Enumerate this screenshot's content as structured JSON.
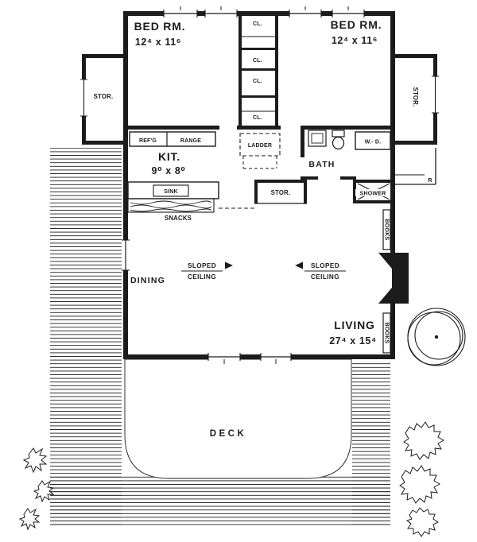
{
  "plan": {
    "bed_left": {
      "name": "BED RM.",
      "dims": "12⁴ x 11⁶"
    },
    "bed_right": {
      "name": "BED RM.",
      "dims": "12⁴ x 11⁶"
    },
    "kitchen": {
      "name": "KIT.",
      "dims": "9⁰ x 8⁰"
    },
    "living": {
      "name": "LIVING",
      "dims": "27⁴ x 15⁴"
    },
    "bath": "BATH",
    "dining": "DINING",
    "deck": "DECK",
    "stor_left": "STOR.",
    "stor_right": "STOR.",
    "stor_mid": "STOR.",
    "closets": {
      "c1": "CL.",
      "c2": "CL.",
      "c3": "CL.",
      "c4": "CL."
    },
    "ladder": "LADDER",
    "refg": "REF'G",
    "range": "RANGE",
    "sink": "SINK",
    "snacks": "SNACKS",
    "washer_dryer": "W.- D.",
    "shower": "SHOWER",
    "books_upper": "BOOKS",
    "books_lower": "BOOKS",
    "sloped_left": {
      "line1": "SLOPED",
      "line2": "CEILING"
    },
    "sloped_right": {
      "line1": "SLOPED",
      "line2": "CEILING"
    },
    "riser": "R"
  },
  "colors": {
    "ink": "#1c1c1c",
    "paper": "#ffffff"
  }
}
